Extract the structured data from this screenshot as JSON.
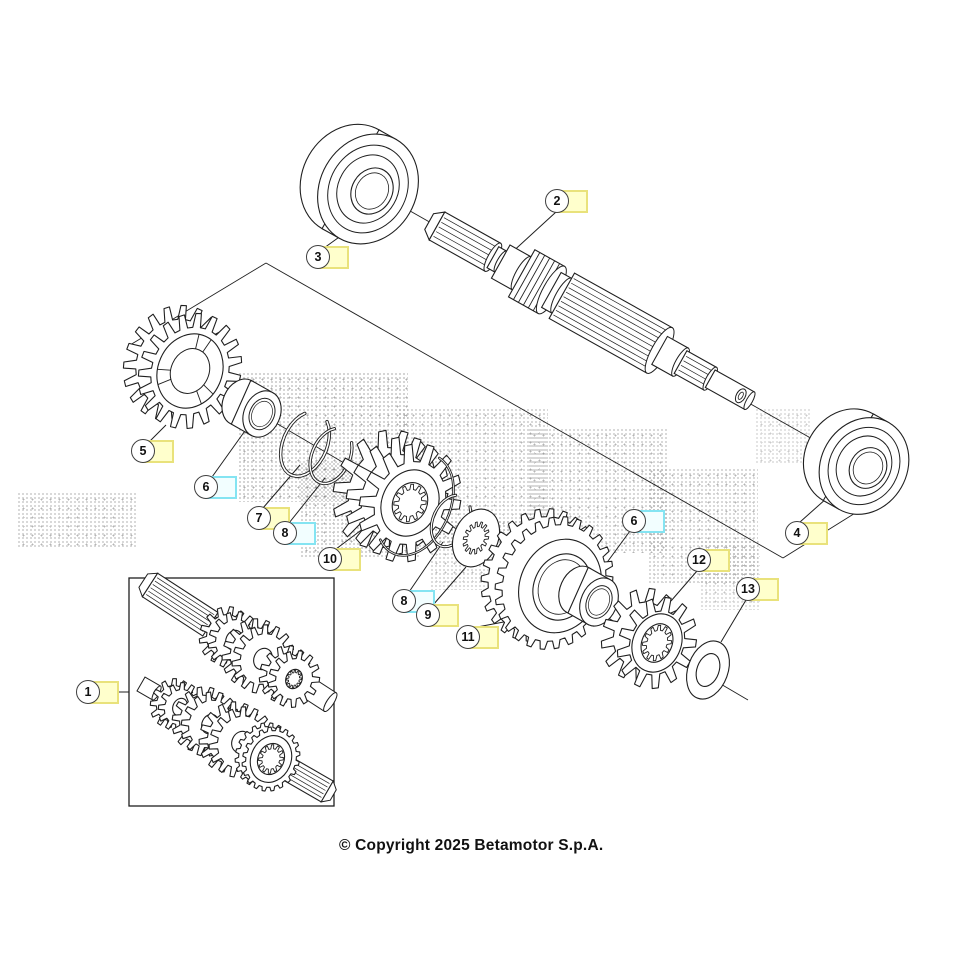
{
  "footer": {
    "copyright": "© Copyright 2025 Betamotor S.p.A."
  },
  "callouts": [
    {
      "number": "1",
      "scheme": "yellow"
    },
    {
      "number": "2",
      "scheme": "yellow"
    },
    {
      "number": "3",
      "scheme": "yellow"
    },
    {
      "number": "4",
      "scheme": "yellow"
    },
    {
      "number": "5",
      "scheme": "yellow"
    },
    {
      "number": "6",
      "scheme": "cyan"
    },
    {
      "number": "7",
      "scheme": "yellow"
    },
    {
      "number": "8",
      "scheme": "cyan"
    },
    {
      "number": "10",
      "scheme": "yellow"
    },
    {
      "number": "8",
      "scheme": "cyan"
    },
    {
      "number": "9",
      "scheme": "yellow"
    },
    {
      "number": "11",
      "scheme": "yellow"
    },
    {
      "number": "6",
      "scheme": "cyan"
    },
    {
      "number": "12",
      "scheme": "yellow"
    },
    {
      "number": "13",
      "scheme": "yellow"
    }
  ],
  "colors": {
    "background": "#ffffff",
    "line_art": "#1f1f1f",
    "callout_yellow_fill": "#ffffcc",
    "callout_yellow_border": "#e9e27b",
    "callout_cyan_fill": "#f2feff",
    "callout_cyan_border": "#84e4f2",
    "callout_circle_border": "#3f3f3f",
    "watermark_dot": "#9a9a9a"
  }
}
